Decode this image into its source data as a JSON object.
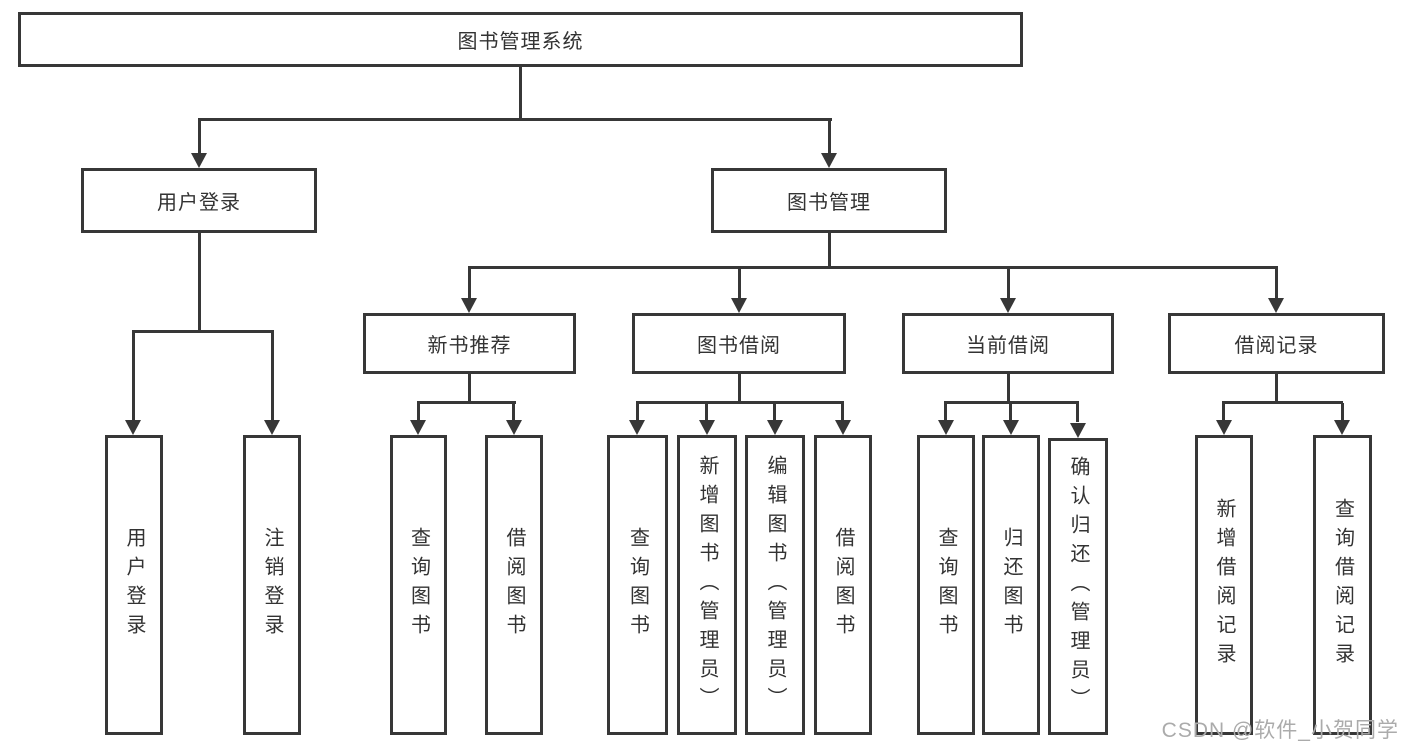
{
  "diagram": {
    "root": {
      "label": "图书管理系统"
    },
    "level2": [
      {
        "label": "用户登录"
      },
      {
        "label": "图书管理"
      }
    ],
    "level3": [
      {
        "label": "新书推荐"
      },
      {
        "label": "图书借阅"
      },
      {
        "label": "当前借阅"
      },
      {
        "label": "借阅记录"
      }
    ],
    "leaves": [
      {
        "label": "用户登录"
      },
      {
        "label": "注销登录"
      },
      {
        "label": "查询图书"
      },
      {
        "label": "借阅图书"
      },
      {
        "label": "查询图书"
      },
      {
        "label": "新增图书（管理员）"
      },
      {
        "label": "编辑图书（管理员）"
      },
      {
        "label": "借阅图书"
      },
      {
        "label": "查询图书"
      },
      {
        "label": "归还图书"
      },
      {
        "label": "确认归还（管理员）"
      },
      {
        "label": "新增借阅记录"
      },
      {
        "label": "查询借阅记录"
      }
    ],
    "watermark": "CSDN @软件_小贺同学"
  },
  "colors": {
    "line": "#373737",
    "text": "#333333",
    "background": "#ffffff",
    "watermark": "#ababab"
  }
}
